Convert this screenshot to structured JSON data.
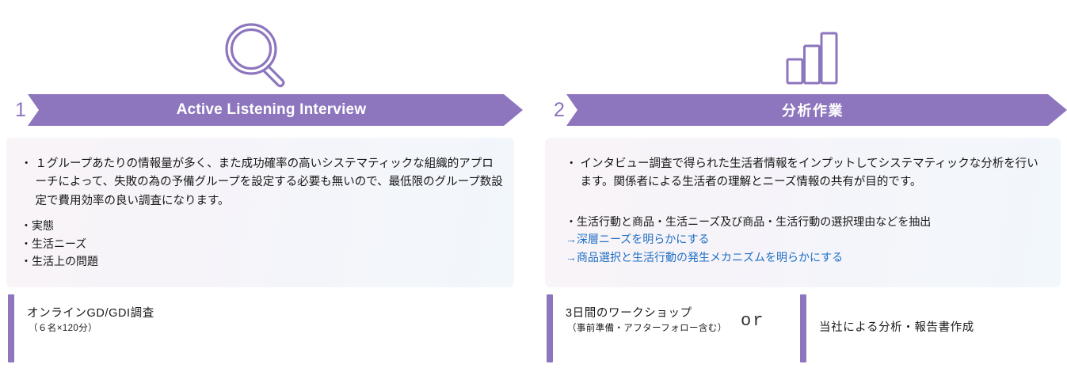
{
  "theme": {
    "accent_purple": "#8d76bd",
    "banner_text_color": "#ffffff",
    "link_blue": "#1f6fc4",
    "panel_gradient_start": "#f8f4f8",
    "panel_gradient_end": "#f2f7fc",
    "page_background": "#ffffff"
  },
  "steps": [
    {
      "number": "1",
      "icon": "magnifier-icon",
      "title": "Active Listening Interview",
      "paragraph": {
        "marker": "・",
        "text": "１グループあたりの情報量が多く、また成功確率の高いシステマティックな組織的アプローチによって、失敗の為の予備グループを設定する必要も無いので、最低限のグループ数設定で費用効率の良い調査になります。"
      },
      "bullets": [
        {
          "text": "・実態",
          "accent": false
        },
        {
          "text": "・生活ニーズ",
          "accent": false
        },
        {
          "text": "・生活上の問題",
          "accent": false
        }
      ],
      "footers": [
        {
          "main": "オンラインGD/GDI調査",
          "sub": "（６名×120分）"
        }
      ],
      "or_label": null
    },
    {
      "number": "2",
      "icon": "bar-chart-icon",
      "title": "分析作業",
      "paragraph": {
        "marker": "・",
        "text": "インタビュー調査で得られた生活者情報をインプットしてシステマティックな分析を行います。関係者による生活者の理解とニーズ情報の共有が目的です。"
      },
      "bullets": [
        {
          "text": "・生活行動と商品・生活ニーズ及び商品・生活行動の選択理由などを抽出",
          "accent": false
        },
        {
          "text": "→深層ニーズを明らかにする",
          "accent": true
        },
        {
          "text": "→商品選択と生活行動の発生メカニズムを明らかにする",
          "accent": true
        }
      ],
      "footers": [
        {
          "main": "3日間のワークショップ",
          "sub": "（事前準備・アフターフォロー含む）"
        },
        {
          "main": "当社による分析・報告書作成",
          "sub": ""
        }
      ],
      "or_label": "or"
    }
  ]
}
